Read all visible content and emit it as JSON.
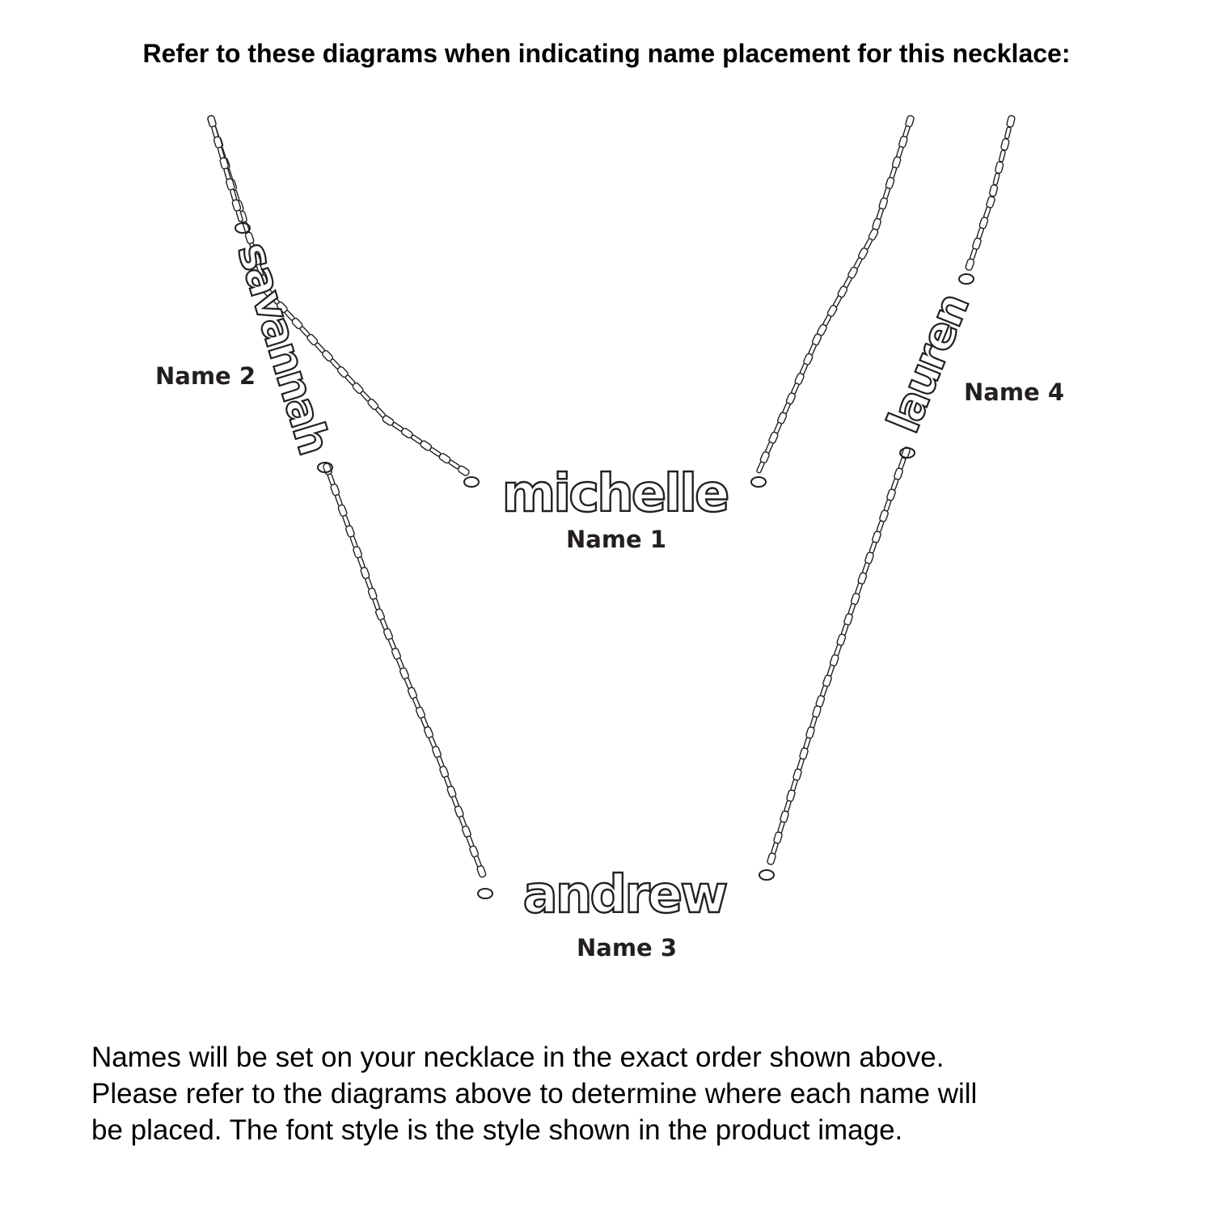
{
  "heading": "Refer to these diagrams when indicating name placement for this necklace:",
  "labels": {
    "name1": "Name 1",
    "name2": "Name 2",
    "name3": "Name 3",
    "name4": "Name 4"
  },
  "plates": {
    "name1": "michelle",
    "name2": "savannah",
    "name3": "andrew",
    "name4": "lauren"
  },
  "note_lines": [
    "Names will be set on your necklace in the exact order shown above.",
    "Please refer to the diagrams above to determine where each name will",
    "be placed. The font style is the style shown in the product image."
  ],
  "colors": {
    "line": "#231f20",
    "text": "#000000"
  }
}
